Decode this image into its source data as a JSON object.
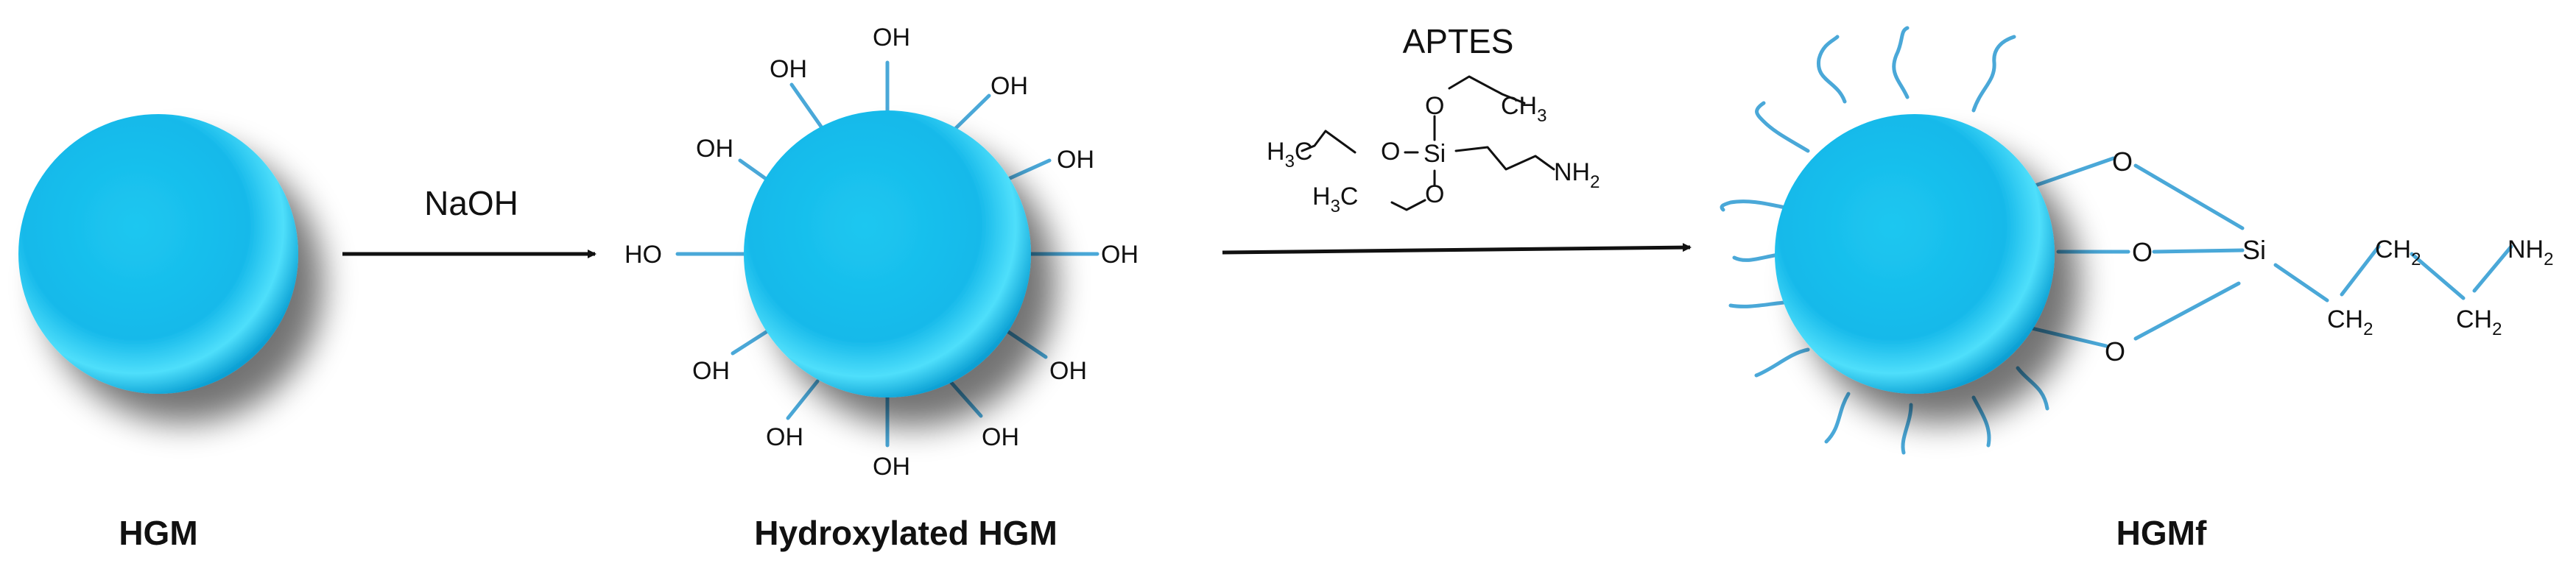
{
  "colors": {
    "sphere_light": "#5cecff",
    "sphere_mid": "#1cc7f0",
    "sphere_dark": "#079fd4",
    "stick": "#4aa8d8",
    "text": "#111111",
    "arrow": "#111111"
  },
  "labels": {
    "hgm": "HGM",
    "hydroxylated_hgm": "Hydroxylated HGM",
    "hgmf": "HGMf"
  },
  "reagents": {
    "step1": "NaOH",
    "step2": "APTES"
  },
  "hydroxyl_group": "OH",
  "hydroxyl_left": "HO",
  "aptes_structure": {
    "o": "O",
    "si": "Si",
    "h3c": "H3C",
    "ch3": "CH3",
    "nh2": "NH2"
  },
  "hgmf_linker": {
    "o": "O",
    "si": "Si",
    "ch2": "CH2",
    "nh2": "NH2"
  }
}
